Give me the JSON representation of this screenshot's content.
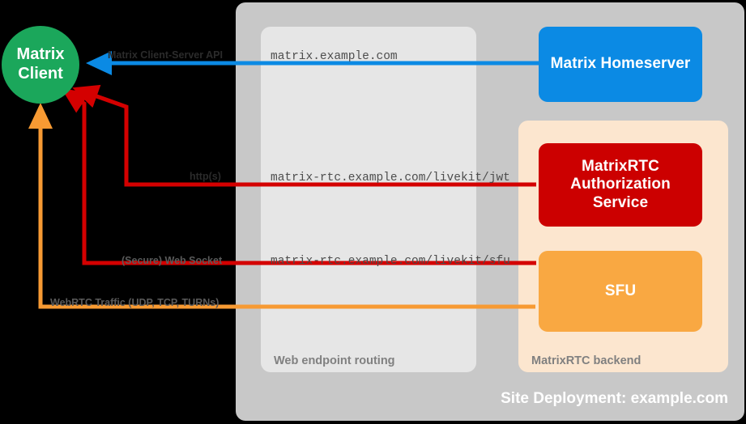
{
  "diagram": {
    "type": "architecture-diagram",
    "background_color": "#000000",
    "containers": [
      {
        "id": "site-deployment",
        "caption": "Site Deployment: example.com",
        "color": "#c8c8c8",
        "caption_color": "#ffffff"
      },
      {
        "id": "web-endpoint-routing",
        "caption": "Web endpoint routing",
        "color": "#e6e6e6",
        "caption_color": "#808080"
      },
      {
        "id": "matrixrtc-backend",
        "caption": "MatrixRTC backend",
        "color": "#fce6cf",
        "caption_color": "#808080"
      }
    ],
    "nodes": [
      {
        "id": "matrix-client",
        "label": "Matrix\nClient",
        "line1": "Matrix",
        "line2": "Client",
        "shape": "circle",
        "color": "#1ba75b",
        "text_color": "#ffffff"
      },
      {
        "id": "matrix-homeserver",
        "label": "Matrix Homeserver",
        "shape": "rounded-rect",
        "color": "#0b8ae4",
        "text_color": "#ffffff"
      },
      {
        "id": "matrixrtc-authorization-service",
        "label": "MatrixRTC Authorization Service",
        "line1": "MatrixRTC",
        "line2": "Authorization",
        "line3": "Service",
        "shape": "rounded-rect",
        "color": "#cc0000",
        "text_color": "#ffffff"
      },
      {
        "id": "sfu",
        "label": "SFU",
        "shape": "rounded-rect",
        "color": "#f9a842",
        "text_color": "#ffffff"
      }
    ],
    "edges": [
      {
        "id": "client-server-api",
        "protocol_label": "Matrix Client-Server API",
        "endpoint_label": "matrix.example.com",
        "color": "#0b8ae4",
        "from": "matrix-homeserver",
        "to": "matrix-client"
      },
      {
        "id": "livekit-jwt",
        "protocol_label": "http(s)",
        "endpoint_label": "matrix-rtc.example.com/livekit/jwt",
        "color": "#d40000",
        "from": "matrixrtc-authorization-service",
        "to": "matrix-client"
      },
      {
        "id": "livekit-sfu",
        "protocol_label": "(Secure) Web Socket",
        "endpoint_label": "matrix-rtc.example.com/livekit/sfu",
        "color": "#d40000",
        "from": "sfu",
        "to": "matrix-client"
      },
      {
        "id": "webrtc-traffic",
        "protocol_label": "WebRTC Traffic (UDP, TCP, TURNs)",
        "endpoint_label": "",
        "color": "#f79a33",
        "from": "sfu",
        "to": "matrix-client"
      }
    ]
  }
}
